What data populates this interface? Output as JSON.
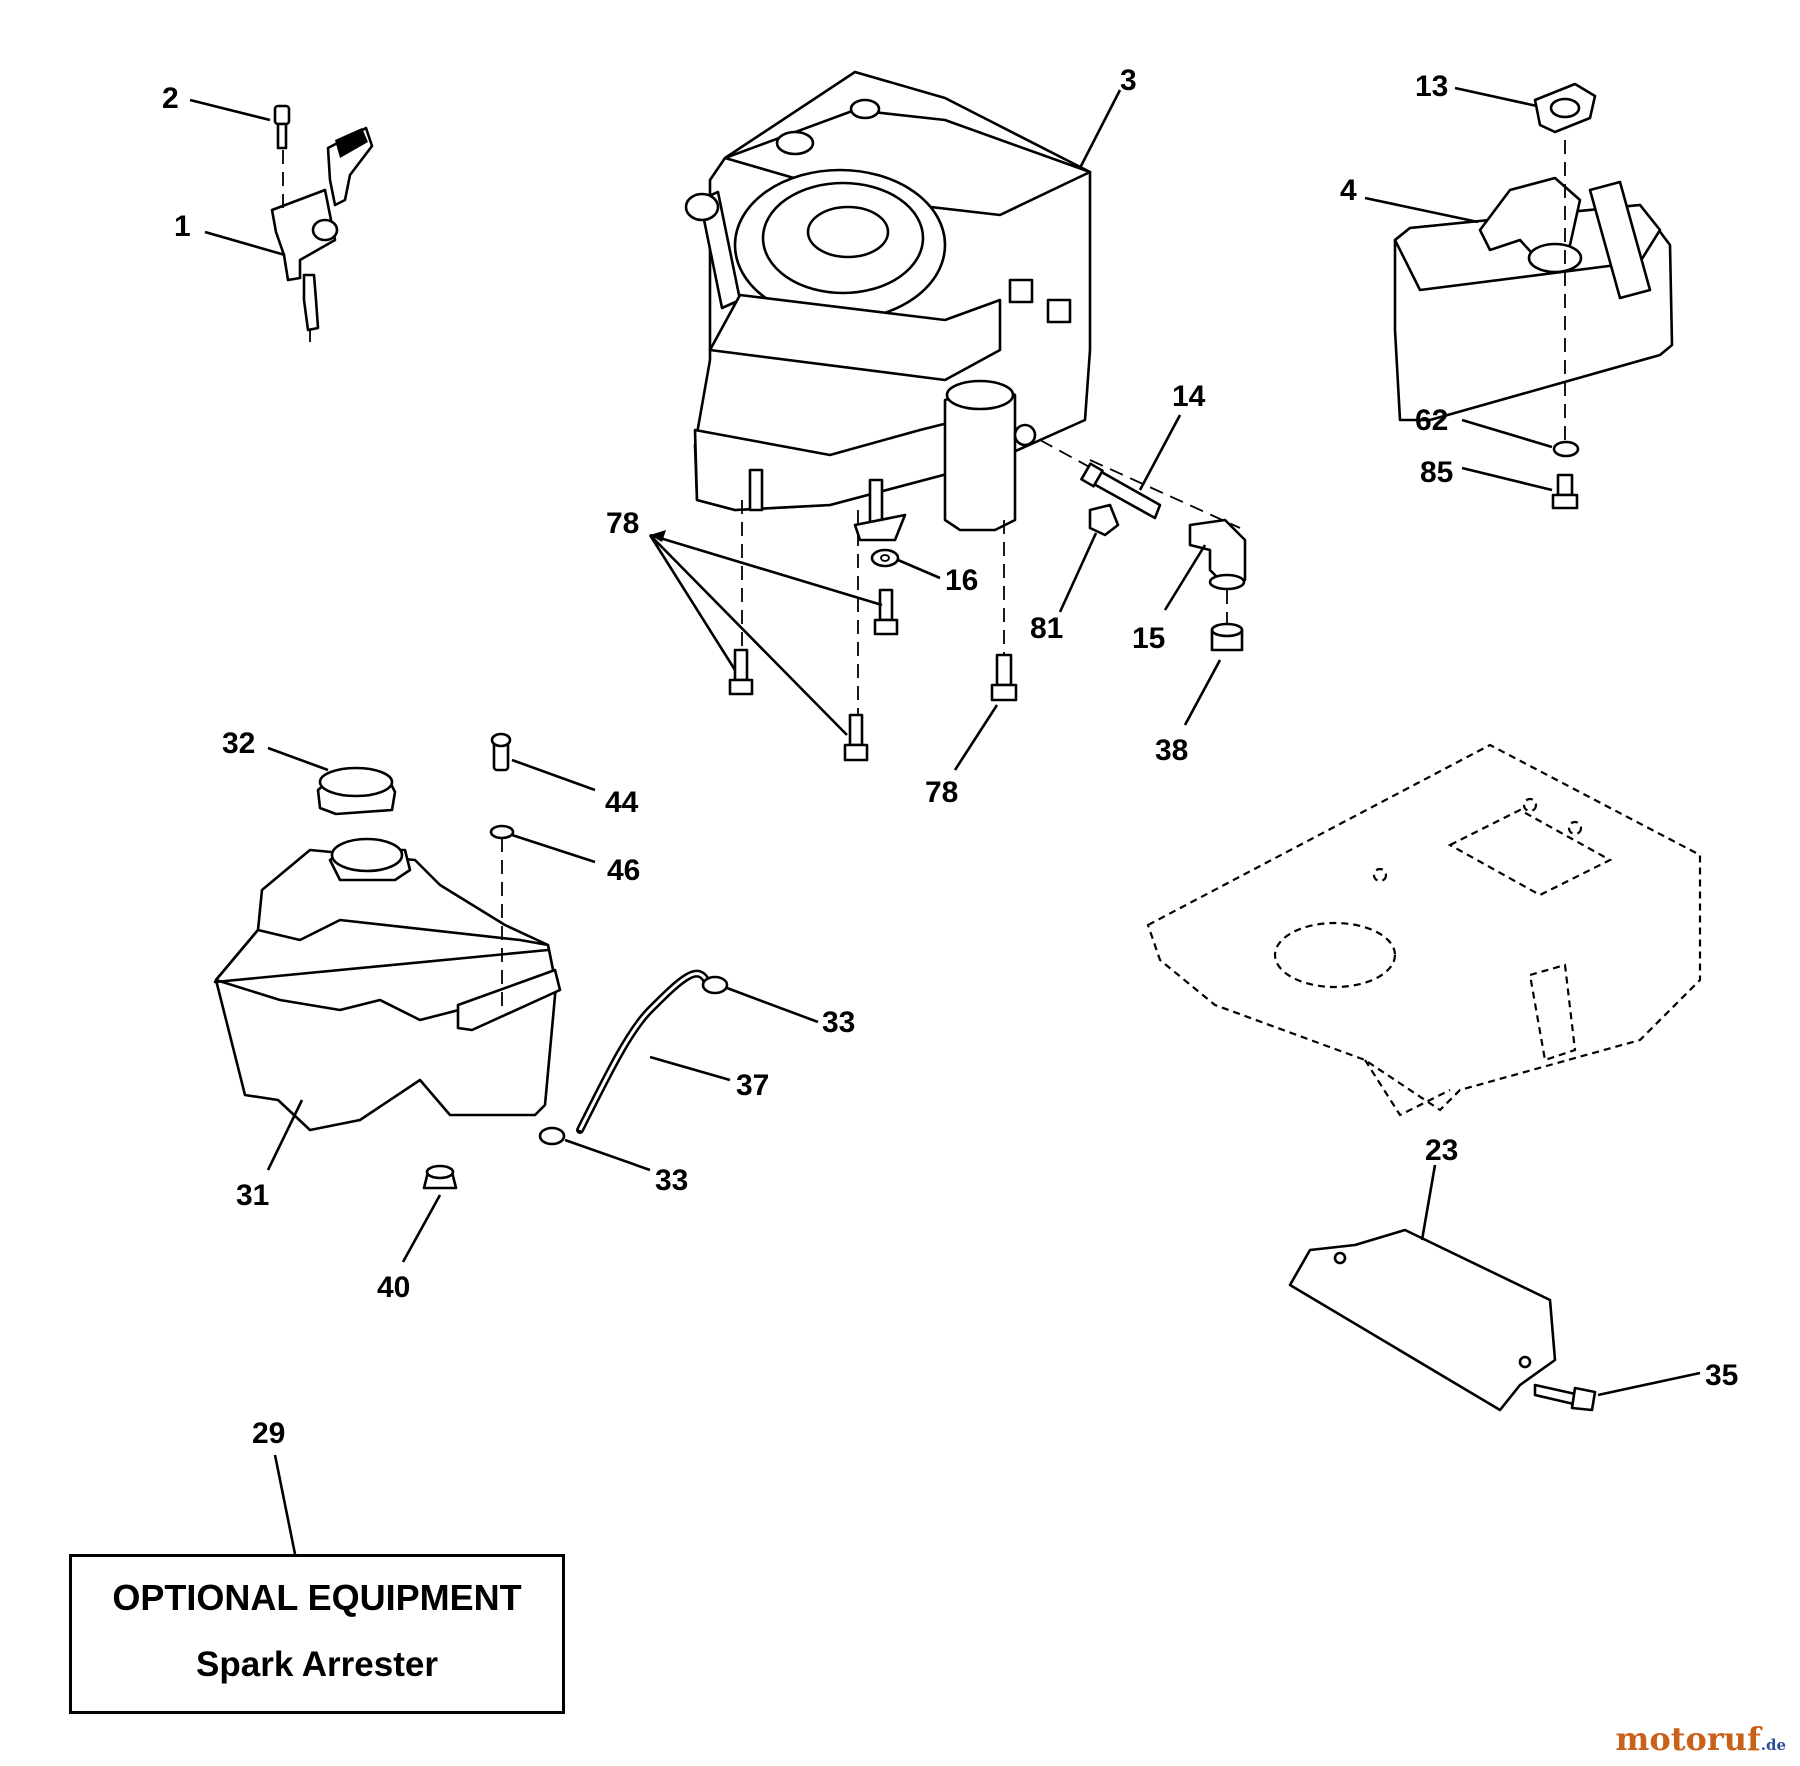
{
  "callouts": [
    {
      "id": "c1",
      "label": "1"
    },
    {
      "id": "c2",
      "label": "2"
    },
    {
      "id": "c3",
      "label": "3"
    },
    {
      "id": "c4",
      "label": "4"
    },
    {
      "id": "c13",
      "label": "13"
    },
    {
      "id": "c14",
      "label": "14"
    },
    {
      "id": "c15",
      "label": "15"
    },
    {
      "id": "c16",
      "label": "16"
    },
    {
      "id": "c23",
      "label": "23"
    },
    {
      "id": "c29",
      "label": "29"
    },
    {
      "id": "c31",
      "label": "31"
    },
    {
      "id": "c32",
      "label": "32"
    },
    {
      "id": "c33a",
      "label": "33"
    },
    {
      "id": "c33b",
      "label": "33"
    },
    {
      "id": "c35",
      "label": "35"
    },
    {
      "id": "c37",
      "label": "37"
    },
    {
      "id": "c38",
      "label": "38"
    },
    {
      "id": "c40",
      "label": "40"
    },
    {
      "id": "c44",
      "label": "44"
    },
    {
      "id": "c46",
      "label": "46"
    },
    {
      "id": "c62",
      "label": "62"
    },
    {
      "id": "c78a",
      "label": "78"
    },
    {
      "id": "c78b",
      "label": "78"
    },
    {
      "id": "c81",
      "label": "81"
    },
    {
      "id": "c85",
      "label": "85"
    }
  ],
  "note": {
    "title": "OPTIONAL EQUIPMENT",
    "subtitle": "Spark Arrester"
  },
  "watermark": {
    "name": "motoruf",
    "tld": ".de"
  }
}
